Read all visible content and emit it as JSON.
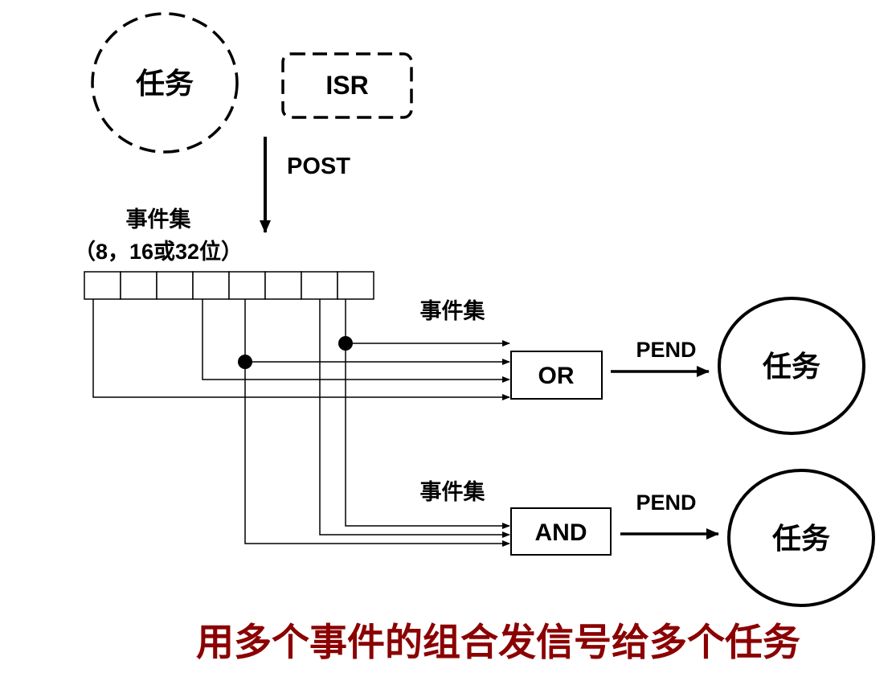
{
  "source_task_label": "任务",
  "isr_label": "ISR",
  "post_label": "POST",
  "event_set_title": "事件集",
  "event_set_width": "（8，16或32位）",
  "event_bit_count": 8,
  "or_group": {
    "input_label": "事件集",
    "gate_label": "OR",
    "pend_label": "PEND",
    "task_label": "任务"
  },
  "and_group": {
    "input_label": "事件集",
    "gate_label": "AND",
    "pend_label": "PEND",
    "task_label": "任务"
  },
  "caption": "用多个事件的组合发信号给多个任务",
  "colors": {
    "caption": "#8b0000",
    "stroke": "#000000"
  }
}
